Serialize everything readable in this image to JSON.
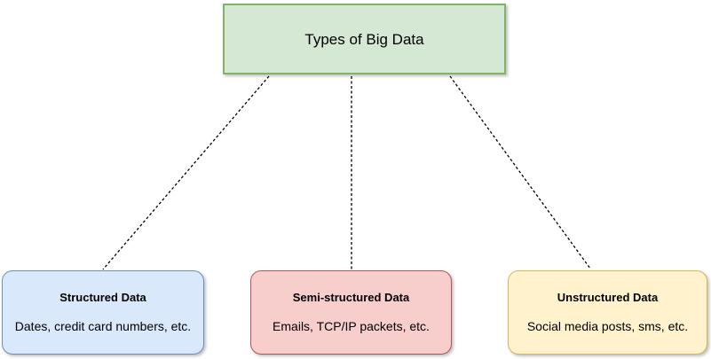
{
  "diagram": {
    "root": {
      "label": "Types of Big Data",
      "fill": "#d5e8d4",
      "border": "#82b366"
    },
    "children": [
      {
        "title": "Structured Data",
        "description": "Dates, credit card numbers, etc.",
        "fill": "#dae8fc",
        "border": "#6c8ebf"
      },
      {
        "title": "Semi-structured Data",
        "description": "Emails, TCP/IP packets, etc.",
        "fill": "#f8cecc",
        "border": "#b85450"
      },
      {
        "title": "Unstructured Data",
        "description": "Social media posts, sms, etc.",
        "fill": "#fff2cc",
        "border": "#d6b656"
      }
    ],
    "connector_color": "#000000"
  }
}
